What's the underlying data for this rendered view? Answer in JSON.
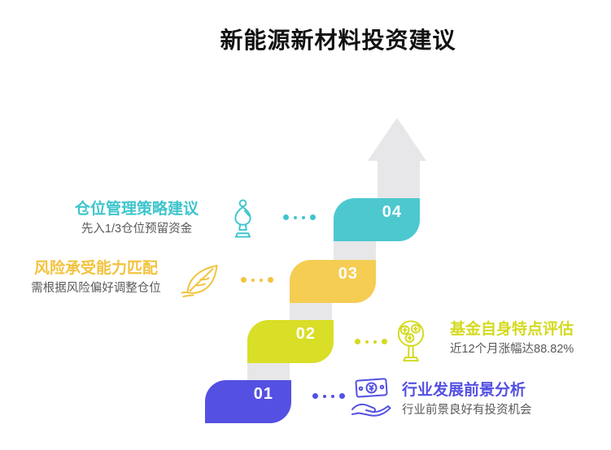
{
  "page": {
    "title": "新能源新材料投资建议",
    "background": "#FFFFFF"
  },
  "colors": {
    "purple": "#5450E2",
    "lime": "#D9DE26",
    "yellow": "#F5CD53",
    "teal": "#4DC8CF",
    "track_gray": "#E7E7E9",
    "subtitle_gray": "#595959",
    "title_black": "#111111"
  },
  "steps": [
    {
      "number": "01",
      "side": "right",
      "color": "#5450E2",
      "icon": "money-in-hand-icon",
      "title": "行业发展前景分析",
      "subtitle": "行业前景良好有投资机会"
    },
    {
      "number": "02",
      "side": "right",
      "color": "#D9DE26",
      "icon": "money-tree-icon",
      "title": "基金自身特点评估",
      "subtitle": "近12个月涨幅达88.82%"
    },
    {
      "number": "03",
      "side": "left",
      "color": "#F5CD53",
      "icon": "leaf-icon",
      "title": "风险承受能力匹配",
      "subtitle": "需根据风险偏好调整仓位"
    },
    {
      "number": "04",
      "side": "left",
      "color": "#4DC8CF",
      "icon": "chess-bishop-icon",
      "title": "仓位管理策略建议",
      "subtitle": "先入1/3仓位预留资金"
    }
  ]
}
